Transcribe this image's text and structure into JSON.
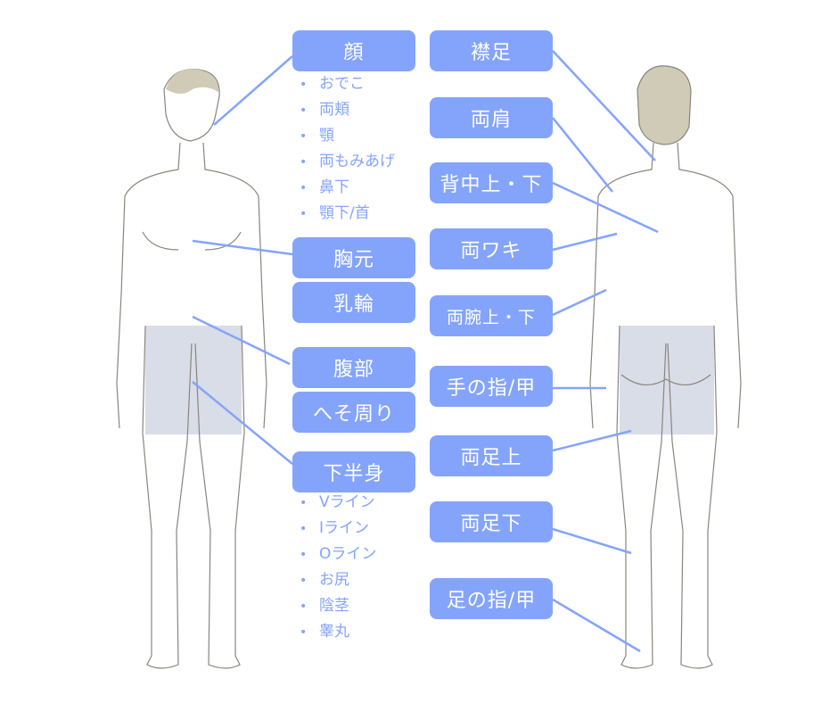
{
  "colors": {
    "accent": "#84a4fc",
    "shorts": "#d9dde8",
    "outline": "#8a857c",
    "hair": "#cfcbb6"
  },
  "front": {
    "face": {
      "label": "顔",
      "items": [
        "おでこ",
        "両頬",
        "顎",
        "両もみあげ",
        "鼻下",
        "顎下/首"
      ]
    },
    "chest": "胸元",
    "nipple": "乳輪",
    "abdomen": "腹部",
    "navel": "へそ周り",
    "lower": {
      "label": "下半身",
      "items": [
        "Vライン",
        "Iライン",
        "Oライン",
        "お尻",
        "陰茎",
        "睾丸"
      ]
    }
  },
  "back": {
    "nape": "襟足",
    "shoulders": "両肩",
    "back": "背中上・下",
    "armpits": "両ワキ",
    "arms": "両腕上・下",
    "hands": "手の指/甲",
    "thighs": "両足上",
    "legs": "両足下",
    "feet": "足の指/甲"
  }
}
